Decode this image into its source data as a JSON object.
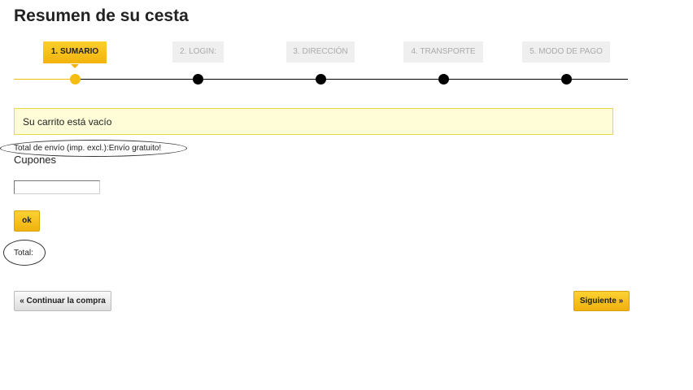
{
  "title": "Resumen de su cesta",
  "steps": [
    {
      "label": "1. SUMARIO"
    },
    {
      "label": "2. LOGIN:"
    },
    {
      "label": "3. DIRECCIÓN"
    },
    {
      "label": "4. TRANSPORTE"
    },
    {
      "label": "5. MODO DE PAGO"
    }
  ],
  "message": "Su carrito está vacío",
  "shipping": "Total de envío (imp. excl.):Envío gratuito!",
  "coupons": {
    "label": "Cupones",
    "value": "",
    "ok": "ok"
  },
  "total": "Total:",
  "buttons": {
    "continue": "« Continuar la compra",
    "next": "Siguiente »"
  },
  "colors": {
    "accent": "#f5bd12",
    "message_bg": "#fefdd8"
  }
}
